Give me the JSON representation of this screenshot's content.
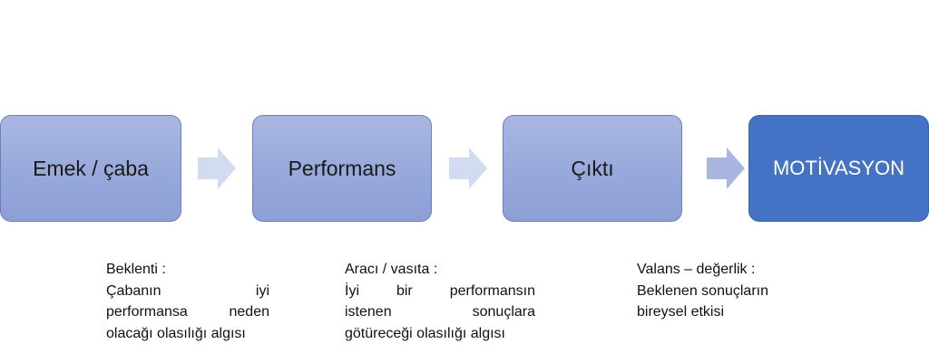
{
  "diagram": {
    "nodes": [
      {
        "id": "emek",
        "label": "Emek / çaba"
      },
      {
        "id": "performans",
        "label": "Performans"
      },
      {
        "id": "cikti",
        "label": "Çıktı"
      },
      {
        "id": "motivasyon",
        "label": "MOTİVASYON"
      }
    ],
    "notes": [
      {
        "title": "Beklenti :",
        "lines": [
          "Çabanın iyi",
          "performansa neden",
          "olacağı olasılığı algısı"
        ]
      },
      {
        "title": "Aracı / vasıta :",
        "lines": [
          "İyi bir performansın",
          "istenen sonuçlara",
          "götüreceği olasılığı algısı"
        ]
      },
      {
        "title": "Valans – değerlik :",
        "lines": [
          "Beklenen sonuçların",
          "bireysel etkisi"
        ]
      }
    ],
    "colors": {
      "box_fill": "#9aabdc",
      "box_border": "#6d7fbf",
      "final_fill": "#4472c4",
      "arrow_fill": "#d3dbf0"
    }
  }
}
